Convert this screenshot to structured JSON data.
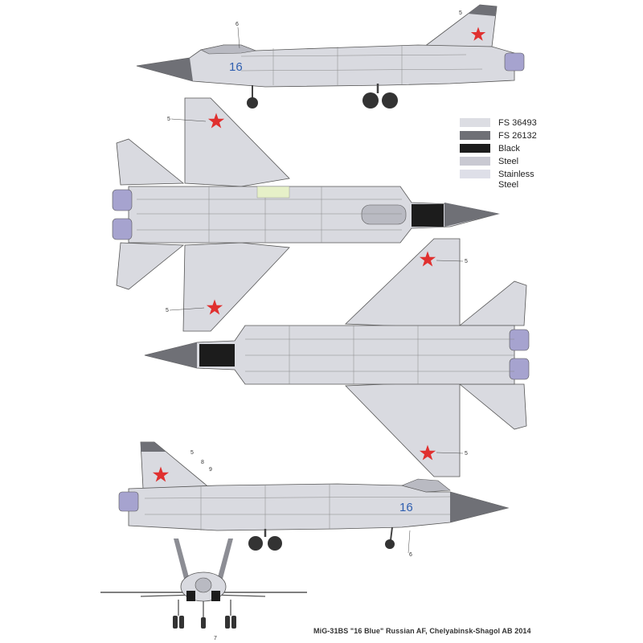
{
  "legend": [
    {
      "label": "FS 36493",
      "color": "#dcdde3"
    },
    {
      "label": "FS 26132",
      "color": "#6f7076"
    },
    {
      "label": "Black",
      "color": "#1c1c1c"
    },
    {
      "label": "Steel",
      "color": "#c9c9d2"
    },
    {
      "label": "Stainless\nSteel",
      "color": "#dedfe8"
    }
  ],
  "caption": "MiG-31BS \"16 Blue\" Russian AF, Chelyabinsk-Shagol AB 2014",
  "tail_number": "16",
  "callouts": {
    "top_profile_nose": "6",
    "top_profile_fin": "5",
    "upper_wing_top": "5",
    "upper_wing_bottom": "5",
    "lower_wing_top": "5",
    "lower_wing_bottom": "5",
    "bottom_profile_fin_a": "5",
    "bottom_profile_fin_b": "8",
    "bottom_profile_fin_c": "9",
    "bottom_profile_gear": "6",
    "front_view": "7"
  },
  "colors": {
    "base": "#d9dae0",
    "panel_line": "#6c6c72",
    "radome": "#6f7076",
    "black": "#1c1c1c",
    "star_red": "#e0302f",
    "nozzle": "#a6a3cf",
    "tail_number": "#2f5fb0"
  }
}
